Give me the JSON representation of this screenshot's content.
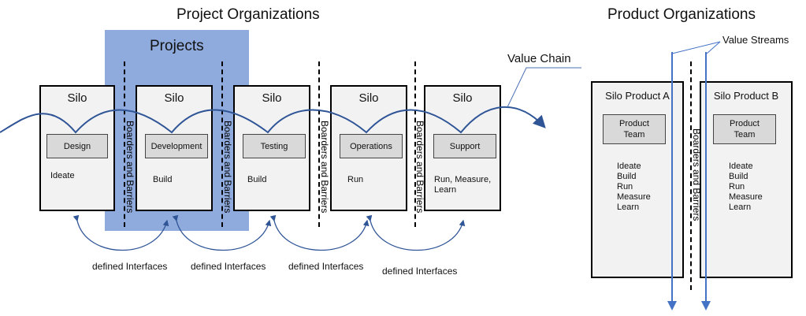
{
  "project_org": {
    "title": "Project Organizations",
    "projects_label": "Projects",
    "value_chain_label": "Value Chain",
    "silos": [
      {
        "title": "Silo",
        "team": "Design",
        "activities": "Ideate"
      },
      {
        "title": "Silo",
        "team": "Development",
        "activities": "Build"
      },
      {
        "title": "Silo",
        "team": "Testing",
        "activities": "Build"
      },
      {
        "title": "Silo",
        "team": "Operations",
        "activities": "Run"
      },
      {
        "title": "Silo",
        "team": "Support",
        "activities": "Run, Measure,\nLearn"
      }
    ],
    "barrier_label": "Boarders and Barriers",
    "interfaces": [
      "defined Interfaces",
      "defined Interfaces",
      "defined Interfaces",
      "defined Interfaces"
    ]
  },
  "product_org": {
    "title": "Product Organizations",
    "value_streams_label": "Value Streams",
    "silos": [
      {
        "title": "Silo Product A",
        "team": "Product\nTeam",
        "activities": "Ideate\nBuild\nRun\nMeasure\nLearn"
      },
      {
        "title": "Silo Product B",
        "team": "Product\nTeam",
        "activities": "Ideate\nBuild\nRun\nMeasure\nLearn"
      }
    ],
    "barrier_label": "Boarders and Barriers"
  },
  "colors": {
    "projects_fill": "#8faadc",
    "silo_fill": "#f2f2f2",
    "team_fill": "#d9d9d9",
    "flow_line": "#2f5597",
    "stream_line": "#4472c4"
  }
}
